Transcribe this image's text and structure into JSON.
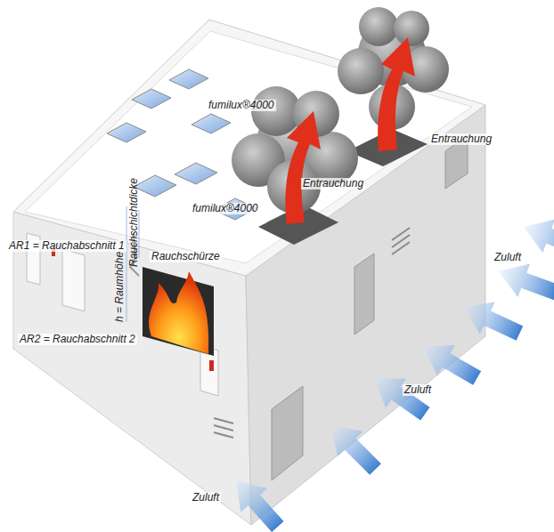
{
  "diagram": {
    "labels": [
      "fumilux®4000",
      "Entrauchung",
      "fumilux®4000",
      "Entrauchung",
      "Rauchschichtdicke",
      "AR1 = Rauchabschnitt 1",
      "Rauchschürze",
      "h = Raumhöhe",
      "Zuluft",
      "AR2 = Rauchabschnitt 2",
      "Zuluft",
      "Zuluft"
    ]
  }
}
